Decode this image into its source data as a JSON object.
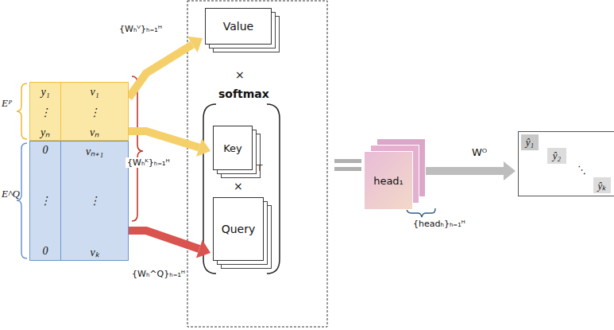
{
  "diagram": {
    "nodes": [
      {
        "text": [
          "Eᴾ",
          "y₁",
          "v₁",
          "⋮",
          "⋮",
          "yₙ",
          "vₙ"
        ]
      },
      {
        "text": [
          "E^Q",
          "0",
          "vₙ₊₁",
          "⋮",
          "⋮",
          "0",
          "vₖ"
        ]
      },
      {
        "text": [
          "Value"
        ]
      },
      {
        "text": [
          "Key"
        ]
      },
      {
        "text": [
          "Query"
        ]
      },
      {
        "text": [
          "head₁"
        ]
      },
      {
        "text": [
          "ŷ₁",
          "ŷ₂",
          "⋱",
          "ŷₖ"
        ]
      }
    ],
    "edges": [
      {
        "from": 0,
        "to": 2,
        "arrow": "to",
        "label": "{Wₕⱽ}ₕ₌₁ᴴ"
      },
      {
        "from": 0,
        "to": 3,
        "arrow": "to",
        "label": "{Wₕᴷ}ₕ₌₁ᴴ"
      },
      {
        "from": 1,
        "to": 4,
        "arrow": "to",
        "label": "{Wₕ^Q}ₕ₌₁ᴴ"
      },
      {
        "from": 5,
        "to": 6,
        "arrow": "to",
        "label": "Wᴼ"
      }
    ],
    "labels": [
      "×",
      "softmax",
      "⊤",
      "×",
      "{headₕ}ₕ₌₁ᴴ"
    ]
  }
}
